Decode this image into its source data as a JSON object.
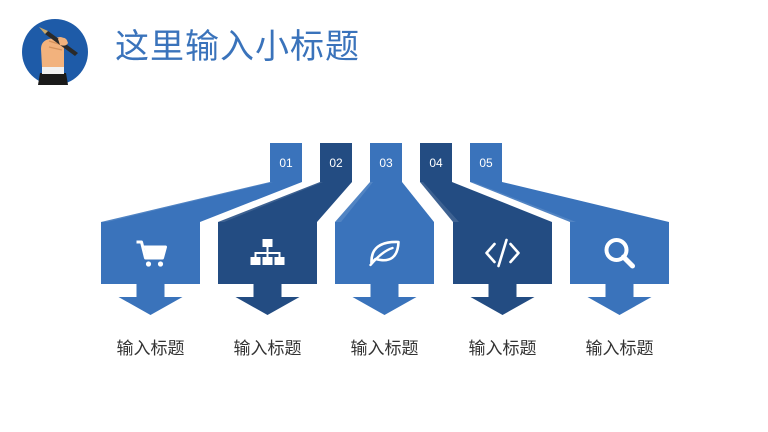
{
  "header": {
    "title": "这里输入小标题",
    "logo_icon": "hand-holding-pen-icon"
  },
  "colors": {
    "primary": "#3a73bb",
    "dark": "#234c82",
    "logo_bg": "#1e5ba8"
  },
  "items": [
    {
      "number": "01",
      "label": "输入标题",
      "icon": "shopping-cart-icon",
      "tone": "primary"
    },
    {
      "number": "02",
      "label": "输入标题",
      "icon": "sitemap-icon",
      "tone": "dark"
    },
    {
      "number": "03",
      "label": "输入标题",
      "icon": "leaf-icon",
      "tone": "primary"
    },
    {
      "number": "04",
      "label": "输入标题",
      "icon": "code-icon",
      "tone": "dark"
    },
    {
      "number": "05",
      "label": "输入标题",
      "icon": "search-icon",
      "tone": "primary"
    }
  ]
}
